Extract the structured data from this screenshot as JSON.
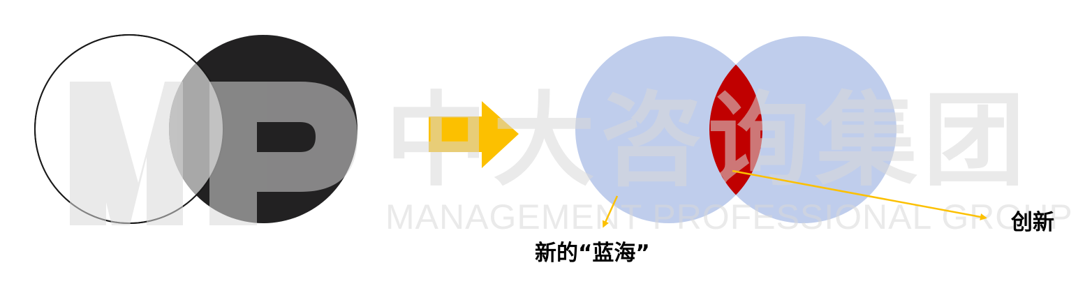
{
  "watermark": {
    "logo": "MP",
    "company_name_cn": "中大咨询集团",
    "company_name_en": "MANAGEMENT PROFESSIONAL GROUP"
  },
  "labels": {
    "new_blue_ocean": "新的“蓝海”",
    "innovation": "创新"
  },
  "colors": {
    "left_circle_outline": "#1a1a1a",
    "dark_circle": "#222122",
    "overlap_gray": "#a8a8a8",
    "arrow": "#fcc000",
    "blue_circle": "#bfcdec",
    "red_overlap": "#c00000",
    "watermark": "#d9d9d9",
    "label_text": "#000000"
  }
}
